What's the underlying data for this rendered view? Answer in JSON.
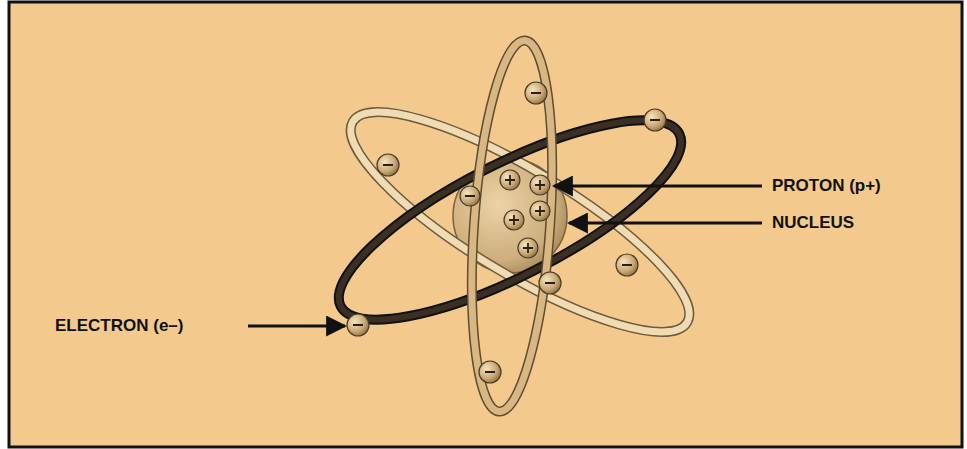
{
  "diagram": {
    "labels": [
      "PROTON (p+)",
      "NUCLEUS",
      "ELECTRON (e–)"
    ]
  }
}
